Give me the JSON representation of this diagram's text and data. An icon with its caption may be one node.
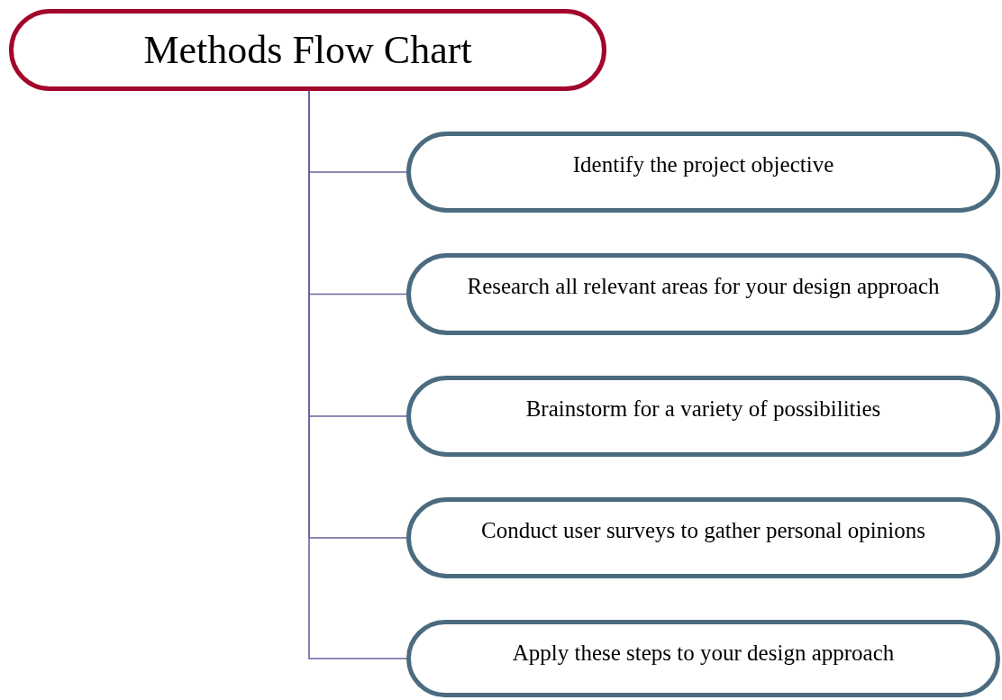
{
  "diagram": {
    "nodes": [
      {
        "text": [
          "Methods Flow Chart"
        ]
      },
      {
        "text": [
          "Identify the project objective"
        ]
      },
      {
        "text": [
          "Research all relevant areas for your design approach"
        ]
      },
      {
        "text": [
          "Brainstorm for a variety of possibilities"
        ]
      },
      {
        "text": [
          "Conduct user surveys to gather personal opinions"
        ]
      },
      {
        "text": [
          "Apply these steps to your design approach"
        ]
      }
    ],
    "edges": [
      {
        "from": 0,
        "to": 1,
        "arrow": "none"
      },
      {
        "from": 0,
        "to": 2,
        "arrow": "none"
      },
      {
        "from": 0,
        "to": 3,
        "arrow": "none"
      },
      {
        "from": 0,
        "to": 4,
        "arrow": "none"
      },
      {
        "from": 0,
        "to": 5,
        "arrow": "none"
      }
    ]
  }
}
